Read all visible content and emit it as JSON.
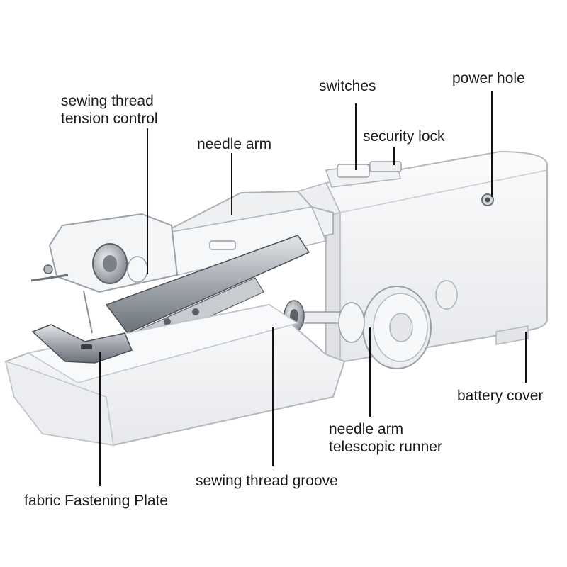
{
  "callouts": {
    "tension": [
      "sewing thread",
      "tension control"
    ],
    "needle_arm": "needle arm",
    "switches": "switches",
    "security_lock": "security lock",
    "power_hole": "power hole",
    "battery_cover": "battery cover",
    "telescopic_runner": [
      "needle arm",
      "telescopic runner"
    ],
    "thread_groove": "sewing thread groove",
    "fastening_plate": "fabric Fastening Plate"
  },
  "colors": {
    "body": "#f4f5f7",
    "body_shade": "#dcdee2",
    "edge": "#b4b8be",
    "metal": "#9aa0a8",
    "metal_dark": "#5a6068",
    "leader": "#111111",
    "text": "#1a1a1a"
  }
}
